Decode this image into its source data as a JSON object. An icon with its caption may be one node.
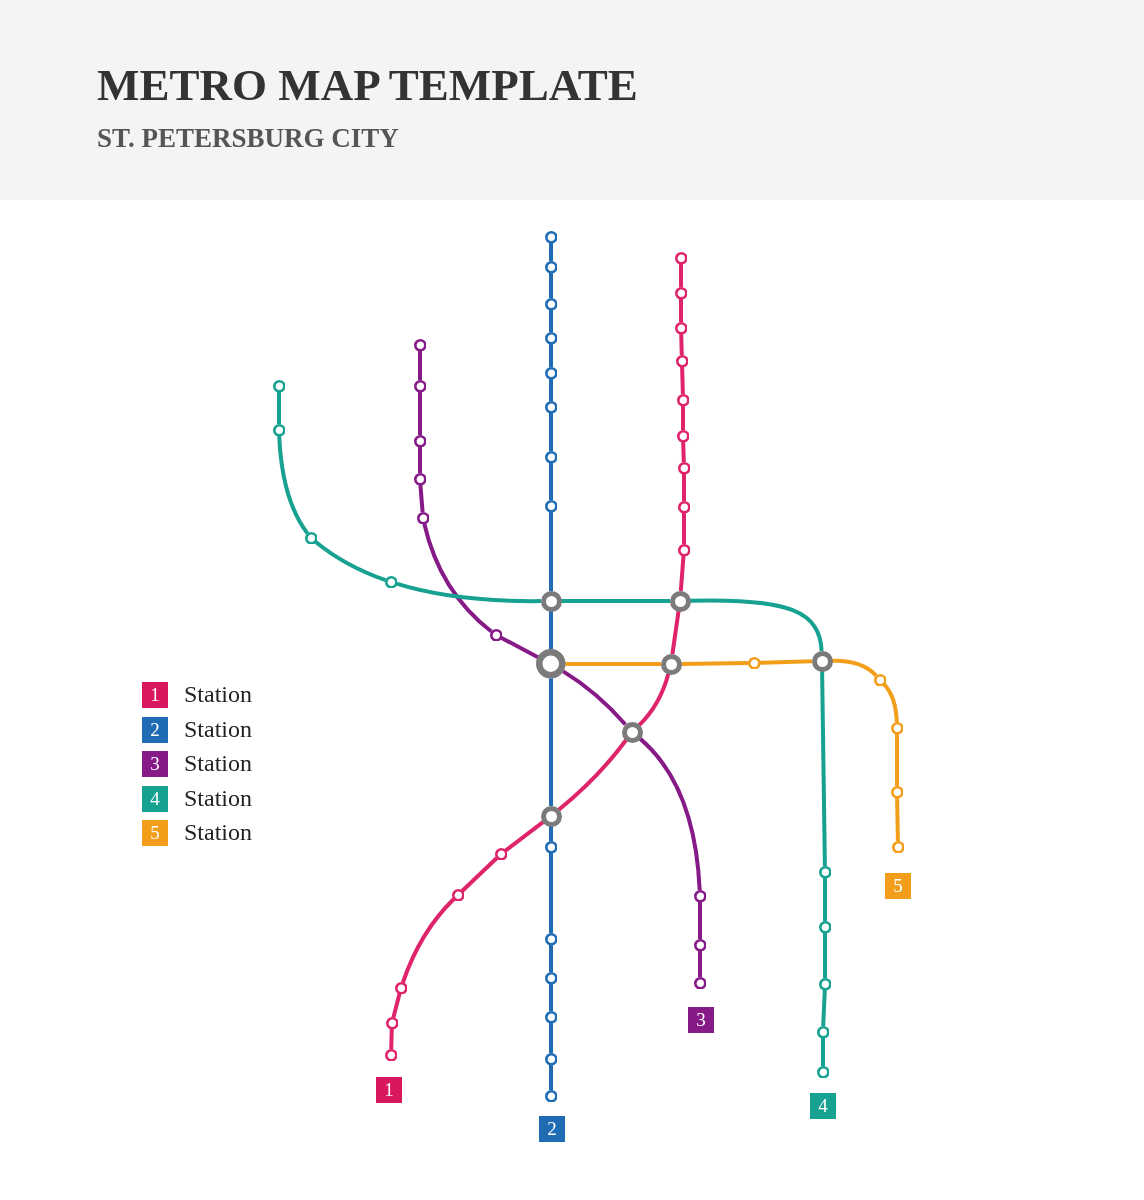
{
  "diagram": {
    "title": "METRO MAP TEMPLATE",
    "nodes": [
      {
        "text": [],
        "shape": "circle"
      },
      {
        "text": [],
        "shape": "circle"
      },
      {
        "text": [],
        "shape": "circle"
      },
      {
        "text": [],
        "shape": "circle"
      },
      {
        "text": [],
        "shape": "circle"
      },
      {
        "text": [],
        "shape": "circle"
      },
      {
        "text": [],
        "shape": "circle"
      },
      {
        "text": [],
        "shape": "circle"
      },
      {
        "text": [],
        "shape": "circle"
      },
      {
        "text": [],
        "shape": "circle"
      },
      {
        "text": [],
        "shape": "circle"
      },
      {
        "text": [],
        "shape": "circle"
      },
      {
        "text": [],
        "shape": "circle"
      },
      {
        "text": [],
        "shape": "circle"
      },
      {
        "text": [],
        "shape": "circle"
      },
      {
        "text": [],
        "shape": "circle"
      },
      {
        "text": [],
        "shape": "circle"
      },
      {
        "text": [],
        "shape": "circle"
      },
      {
        "text": [],
        "shape": "circle"
      },
      {
        "text": [],
        "shape": "circle"
      },
      {
        "text": [],
        "shape": "circle"
      },
      {
        "text": [],
        "shape": "circle"
      },
      {
        "text": [],
        "shape": "circle"
      },
      {
        "text": [],
        "shape": "circle"
      },
      {
        "text": [],
        "shape": "circle"
      },
      {
        "text": [],
        "shape": "circle"
      },
      {
        "text": [],
        "shape": "circle"
      },
      {
        "text": [],
        "shape": "circle"
      },
      {
        "text": [],
        "shape": "circle"
      },
      {
        "text": [],
        "shape": "circle"
      },
      {
        "text": [],
        "shape": "circle"
      },
      {
        "text": [],
        "shape": "circle"
      },
      {
        "text": [],
        "shape": "circle"
      },
      {
        "text": [],
        "shape": "circle"
      },
      {
        "text": [],
        "shape": "circle"
      },
      {
        "text": [],
        "shape": "circle"
      },
      {
        "text": [],
        "shape": "circle"
      },
      {
        "text": [],
        "shape": "circle"
      },
      {
        "text": [],
        "shape": "circle"
      },
      {
        "text": [],
        "shape": "circle"
      },
      {
        "text": [],
        "shape": "circle"
      },
      {
        "text": [],
        "shape": "circle"
      },
      {
        "text": [
          "5"
        ]
      },
      {
        "text": [],
        "shape": "circle"
      },
      {
        "text": [],
        "shape": "circle"
      },
      {
        "text": [],
        "shape": "circle"
      },
      {
        "text": [],
        "shape": "circle"
      },
      {
        "text": [],
        "shape": "circle"
      },
      {
        "text": [],
        "shape": "circle"
      },
      {
        "text": [],
        "shape": "circle"
      },
      {
        "text": [],
        "shape": "circle"
      },
      {
        "text": [],
        "shape": "circle"
      },
      {
        "text": [],
        "shape": "circle"
      },
      {
        "text": [
          "3"
        ]
      },
      {
        "text": [],
        "shape": "circle"
      },
      {
        "text": [],
        "shape": "circle"
      },
      {
        "text": [],
        "shape": "circle"
      },
      {
        "text": [],
        "shape": "circle"
      },
      {
        "text": [],
        "shape": "circle"
      },
      {
        "text": [
          "1"
        ]
      },
      {
        "text": [],
        "shape": "circle"
      },
      {
        "text": [
          "4"
        ]
      },
      {
        "text": [
          "2"
        ]
      }
    ],
    "edges": [
      {
        "from": 0,
        "to": 2,
        "arrow": "none",
        "color": "#1f6cb5"
      },
      {
        "from": 2,
        "to": 4,
        "arrow": "none",
        "color": "#1f6cb5"
      },
      {
        "from": 4,
        "to": 6,
        "arrow": "none",
        "color": "#1f6cb5"
      },
      {
        "from": 6,
        "to": 9,
        "arrow": "none",
        "color": "#1f6cb5"
      },
      {
        "from": 9,
        "to": 13,
        "arrow": "none",
        "color": "#1f6cb5"
      },
      {
        "from": 13,
        "to": 17,
        "arrow": "none",
        "color": "#1f6cb5"
      },
      {
        "from": 17,
        "to": 20,
        "arrow": "none",
        "color": "#1f6cb5"
      },
      {
        "from": 20,
        "to": 26,
        "arrow": "none",
        "color": "#1f6cb5"
      },
      {
        "from": 26,
        "to": 29,
        "arrow": "none",
        "color": "#1f6cb5"
      },
      {
        "from": 29,
        "to": 37,
        "arrow": "none",
        "color": "#1f6cb5"
      },
      {
        "from": 37,
        "to": 38,
        "arrow": "none",
        "color": "#1f6cb5"
      },
      {
        "from": 38,
        "to": 46,
        "arrow": "none",
        "color": "#1f6cb5"
      },
      {
        "from": 46,
        "to": 48,
        "arrow": "none",
        "color": "#1f6cb5"
      },
      {
        "from": 48,
        "to": 52,
        "arrow": "none",
        "color": "#1f6cb5"
      },
      {
        "from": 52,
        "to": 57,
        "arrow": "none",
        "color": "#1f6cb5"
      },
      {
        "from": 57,
        "to": 60,
        "arrow": "none",
        "color": "#1f6cb5"
      },
      {
        "from": 1,
        "to": 3,
        "arrow": "none",
        "color": "#e0246c"
      },
      {
        "from": 3,
        "to": 5,
        "arrow": "none",
        "color": "#e0246c"
      },
      {
        "from": 5,
        "to": 8,
        "arrow": "none",
        "color": "#e0246c"
      },
      {
        "from": 8,
        "to": 12,
        "arrow": "none",
        "color": "#e0246c"
      },
      {
        "from": 12,
        "to": 15,
        "arrow": "none",
        "color": "#e0246c"
      },
      {
        "from": 15,
        "to": 18,
        "arrow": "none",
        "color": "#e0246c"
      },
      {
        "from": 18,
        "to": 21,
        "arrow": "none",
        "color": "#e0246c"
      },
      {
        "from": 21,
        "to": 24,
        "arrow": "none",
        "color": "#e0246c"
      },
      {
        "from": 24,
        "to": 27,
        "arrow": "none",
        "color": "#e0246c"
      },
      {
        "from": 27,
        "to": 30,
        "arrow": "none",
        "color": "#e0246c"
      },
      {
        "from": 30,
        "to": 35,
        "arrow": "none",
        "color": "#e0246c"
      },
      {
        "from": 35,
        "to": 37,
        "arrow": "none",
        "color": "#e0246c"
      },
      {
        "from": 37,
        "to": 40,
        "arrow": "none",
        "color": "#e0246c"
      },
      {
        "from": 40,
        "to": 43,
        "arrow": "none",
        "color": "#e0246c"
      },
      {
        "from": 43,
        "to": 51,
        "arrow": "none",
        "color": "#e0246c"
      },
      {
        "from": 51,
        "to": 54,
        "arrow": "none",
        "color": "#e0246c"
      },
      {
        "from": 54,
        "to": 56,
        "arrow": "none",
        "color": "#e0246c"
      },
      {
        "from": 7,
        "to": 11,
        "arrow": "none",
        "color": "#861a87"
      },
      {
        "from": 11,
        "to": 16,
        "arrow": "none",
        "color": "#861a87"
      },
      {
        "from": 16,
        "to": 19,
        "arrow": "none",
        "color": "#861a87"
      },
      {
        "from": 19,
        "to": 22,
        "arrow": "none",
        "color": "#861a87"
      },
      {
        "from": 22,
        "to": 28,
        "arrow": "none",
        "color": "#861a87"
      },
      {
        "from": 28,
        "to": 29,
        "arrow": "none",
        "color": "#861a87"
      },
      {
        "from": 29,
        "to": 35,
        "arrow": "none",
        "color": "#861a87"
      },
      {
        "from": 35,
        "to": 44,
        "arrow": "none",
        "color": "#861a87"
      },
      {
        "from": 44,
        "to": 47,
        "arrow": "none",
        "color": "#861a87"
      },
      {
        "from": 47,
        "to": 49,
        "arrow": "none",
        "color": "#861a87"
      },
      {
        "from": 10,
        "to": 14,
        "arrow": "none",
        "color": "#17a191"
      },
      {
        "from": 14,
        "to": 23,
        "arrow": "none",
        "color": "#17a191"
      },
      {
        "from": 23,
        "to": 25,
        "arrow": "none",
        "color": "#17a191"
      },
      {
        "from": 25,
        "to": 26,
        "arrow": "none",
        "color": "#17a191"
      },
      {
        "from": 26,
        "to": 27,
        "arrow": "none",
        "color": "#17a191"
      },
      {
        "from": 27,
        "to": 32,
        "arrow": "none",
        "color": "#17a191"
      },
      {
        "from": 32,
        "to": 41,
        "arrow": "none",
        "color": "#17a191"
      },
      {
        "from": 41,
        "to": 45,
        "arrow": "none",
        "color": "#17a191"
      },
      {
        "from": 45,
        "to": 50,
        "arrow": "none",
        "color": "#17a191"
      },
      {
        "from": 50,
        "to": 55,
        "arrow": "none",
        "color": "#17a191"
      },
      {
        "from": 55,
        "to": 58,
        "arrow": "none",
        "color": "#17a191"
      },
      {
        "from": 29,
        "to": 30,
        "arrow": "none",
        "color": "#f29e1b"
      },
      {
        "from": 30,
        "to": 31,
        "arrow": "none",
        "color": "#f29e1b"
      },
      {
        "from": 31,
        "to": 32,
        "arrow": "none",
        "color": "#f29e1b"
      },
      {
        "from": 32,
        "to": 33,
        "arrow": "none",
        "color": "#f29e1b"
      },
      {
        "from": 33,
        "to": 34,
        "arrow": "none",
        "color": "#f29e1b"
      },
      {
        "from": 34,
        "to": 36,
        "arrow": "none",
        "color": "#f29e1b"
      },
      {
        "from": 36,
        "to": 39,
        "arrow": "none",
        "color": "#f29e1b"
      }
    ],
    "labels": [
      "ST. PETERSBURG CITY",
      "1",
      "2",
      "3",
      "4",
      "5"
    ],
    "legend": [
      {
        "text": "Station",
        "color": "#d8175f"
      },
      {
        "text": "Station",
        "color": "#1f6cb5"
      },
      {
        "text": "Station",
        "color": "#861a87"
      },
      {
        "text": "Station",
        "color": "#17a191"
      },
      {
        "text": "Station",
        "color": "#f29e1b"
      }
    ]
  }
}
